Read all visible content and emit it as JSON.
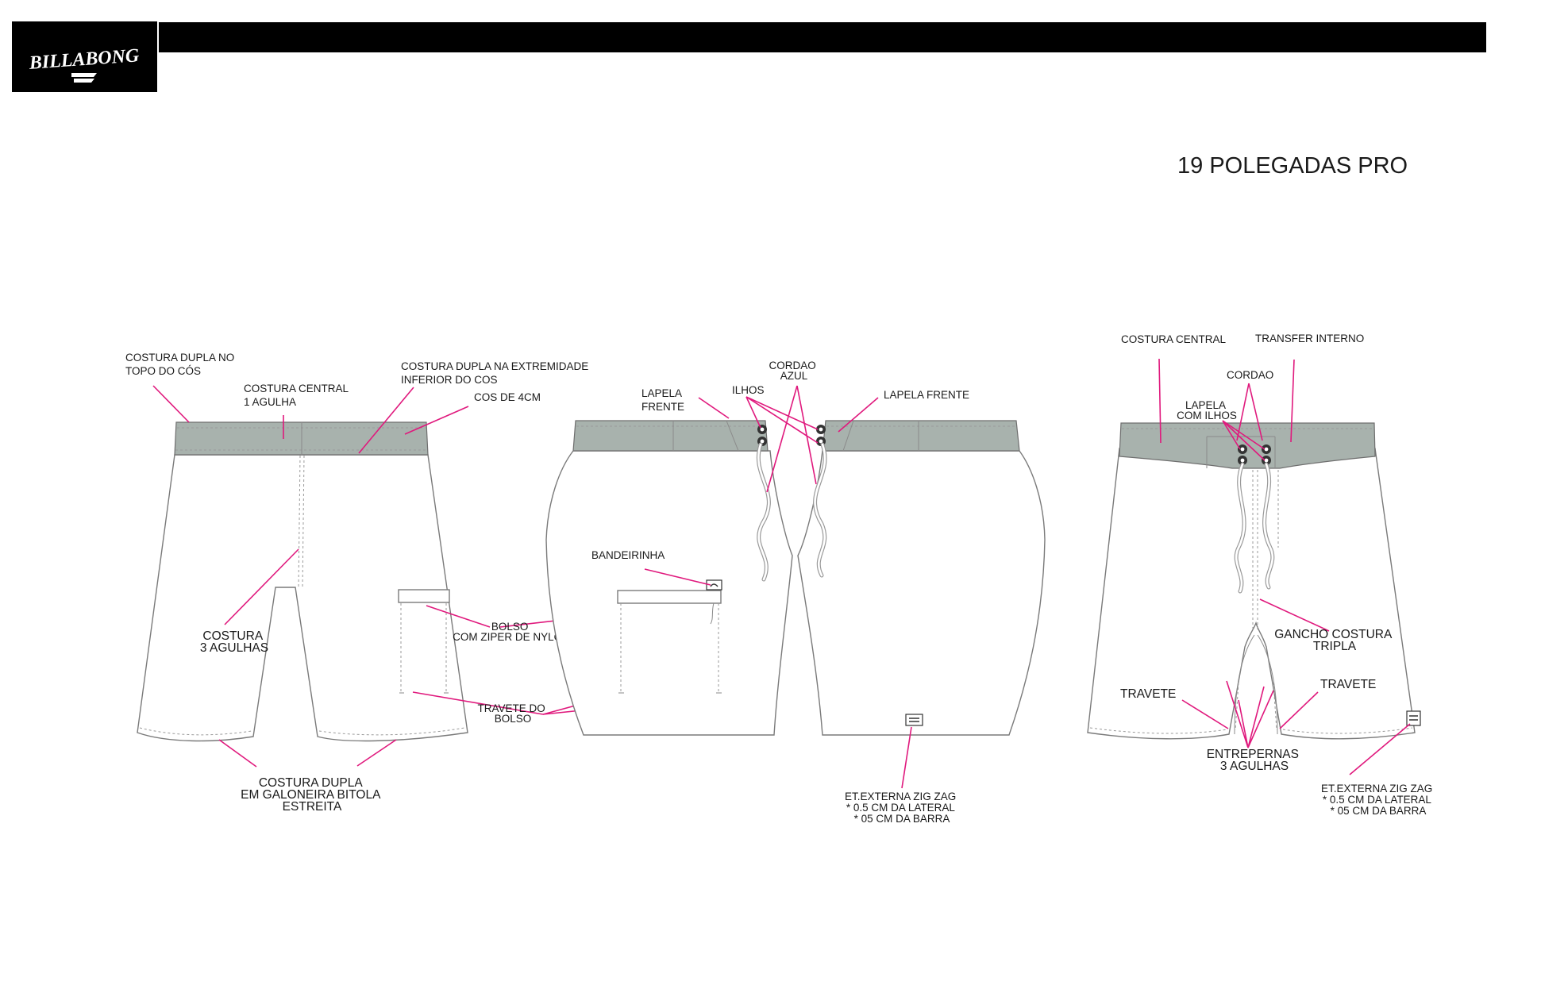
{
  "header": {
    "brand": "BILLABONG"
  },
  "title": "19 POLEGADAS PRO",
  "colors": {
    "accent_leader": "#e0197d",
    "waistband": "#a8b2ad",
    "header_bar": "#000000"
  },
  "back_view": {
    "costura_dupla_topo": [
      "COSTURA DUPLA NO",
      "TOPO DO CÓS"
    ],
    "costura_central": [
      "COSTURA CENTRAL",
      "1 AGULHA"
    ],
    "costura_dupla_extremidade": [
      "COSTURA DUPLA NA EXTREMIDADE",
      "INFERIOR DO COS"
    ],
    "cos": "COS DE 4CM",
    "costura_3_agulhas": [
      "COSTURA",
      "3 AGULHAS"
    ],
    "costura_dupla_barra": [
      "COSTURA DUPLA",
      "EM GALONEIRA BITOLA",
      "ESTREITA"
    ],
    "bolso": [
      "BOLSO",
      "COM ZIPER DE NYLON"
    ],
    "travete_bolso": [
      "TRAVETE DO",
      "BOLSO"
    ]
  },
  "front_open_view": {
    "lapela_frente_left": [
      "LAPELA",
      "FRENTE"
    ],
    "ilhos": "ILHOS",
    "cordao_azul": [
      "CORDAO",
      "AZUL"
    ],
    "lapela_frente_right": "LAPELA FRENTE",
    "bandeirinha": "BANDEIRINHA",
    "etiqueta": [
      "ET.EXTERNA ZIG ZAG",
      "* 0.5 CM DA LATERAL",
      "* 05 CM DA BARRA"
    ]
  },
  "front_view": {
    "costura_central": "COSTURA CENTRAL",
    "transfer_interno": "TRANSFER INTERNO",
    "cordao": "CORDAO",
    "lapela_com_ilhos": [
      "LAPELA",
      "COM ILHOS"
    ],
    "gancho": [
      "GANCHO COSTURA",
      "TRIPLA"
    ],
    "travete_left": "TRAVETE",
    "travete_right": "TRAVETE",
    "entrepernas": [
      "ENTREPERNAS",
      "3 AGULHAS"
    ],
    "etiqueta": [
      "ET.EXTERNA ZIG ZAG",
      "* 0.5 CM DA LATERAL",
      "* 05 CM DA BARRA"
    ]
  }
}
